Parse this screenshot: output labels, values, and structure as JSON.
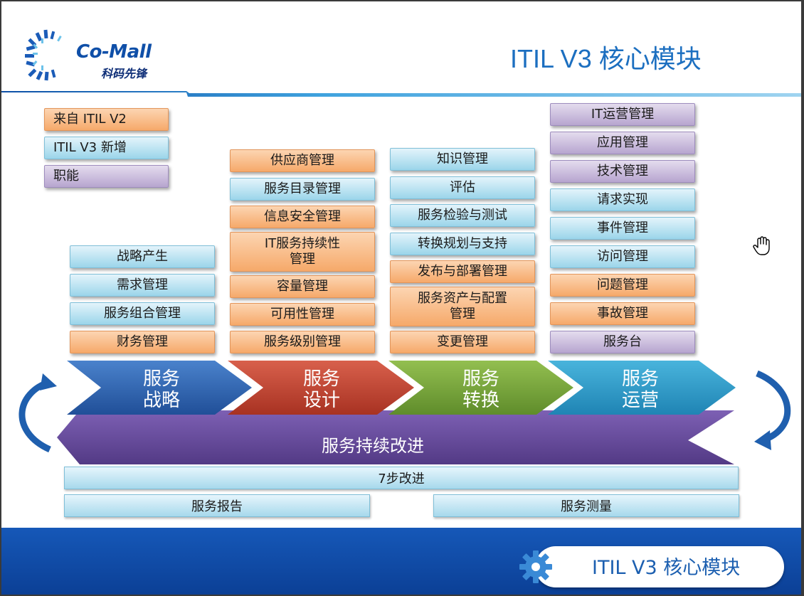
{
  "header": {
    "title": "ITIL V3 核心模块"
  },
  "logo": {
    "name_en": "Co-Mall",
    "name_cn": "科码先锋",
    "icon": "logo-mark-icon"
  },
  "legend": [
    "来自 ITIL V2",
    "ITIL V3 新增",
    "职能"
  ],
  "columns": {
    "strategy": [
      "战略产生",
      "需求管理",
      "服务组合管理",
      "财务管理"
    ],
    "design": [
      "供应商管理",
      "服务目录管理",
      "信息安全管理",
      "IT服务持续性\n管理",
      "容量管理",
      "可用性管理",
      "服务级别管理"
    ],
    "transition": [
      "知识管理",
      "评估",
      "服务检验与测试",
      "转换规划与支持",
      "发布与部署管理",
      "服务资产与配置\n管理",
      "变更管理"
    ],
    "operation": [
      "IT运营管理",
      "应用管理",
      "技术管理",
      "请求实现",
      "事件管理",
      "访问管理",
      "问题管理",
      "事故管理",
      "服务台"
    ]
  },
  "stages": {
    "strategy": "服务\n战略",
    "design": "服务\n设计",
    "transition": "服务\n转换",
    "operation": "服务\n运营"
  },
  "csi": {
    "label": "服务持续改进"
  },
  "improvement": {
    "seven_step": "7步改进",
    "report": "服务报告",
    "measure": "服务测量"
  },
  "footer": {
    "label": "ITIL V3 核心模块",
    "icon": "gear-icon"
  },
  "colors": {
    "itil_v2": "#f6a96a",
    "itil_v3_new": "#9bd5ea",
    "function": "#b7a5cf",
    "stage_strategy": "#2f66b3",
    "stage_design": "#c4412f",
    "stage_transition": "#7aa83a",
    "stage_operation": "#2e9bc8",
    "csi": "#6a4b9e",
    "title": "#1c6fc0"
  }
}
